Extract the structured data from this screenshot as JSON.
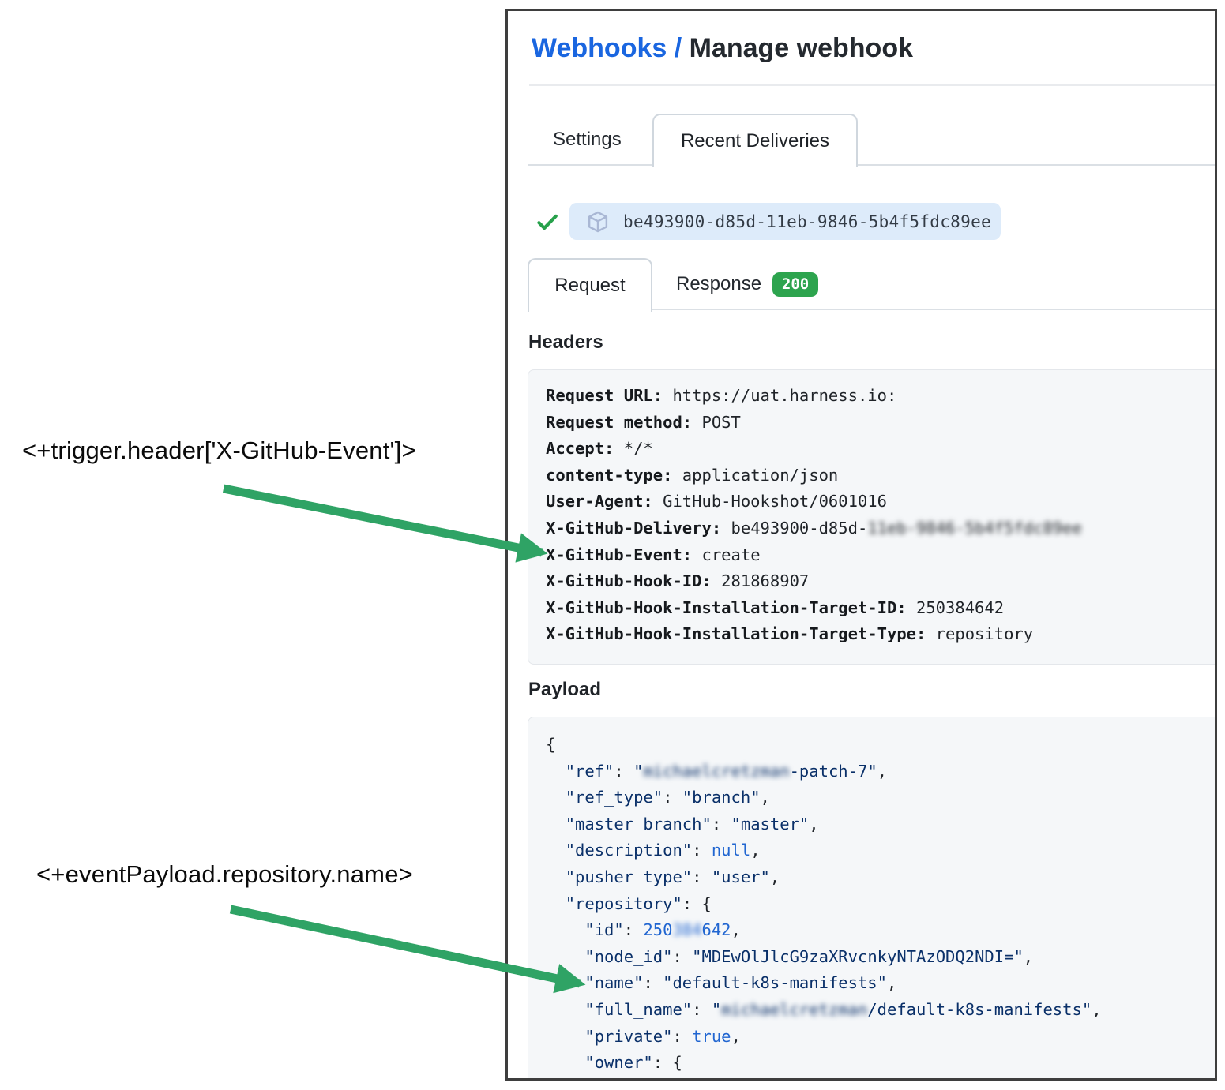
{
  "header": {
    "breadcrumb": "Webhooks",
    "separator": " / ",
    "title": "Manage webhook"
  },
  "tabs": {
    "settings": "Settings",
    "recent_deliveries": "Recent Deliveries"
  },
  "delivery": {
    "guid": "be493900-d85d-11eb-9846-5b4f5fdc89ee",
    "status": "success"
  },
  "subtabs": {
    "request": "Request",
    "response": "Response",
    "response_code": "200"
  },
  "headers": {
    "heading": "Headers",
    "rows": [
      [
        {
          "t": "Request URL:",
          "c": "bold"
        },
        {
          "t": " https://uat.harness.io:",
          "c": "plain"
        }
      ],
      [
        {
          "t": "Request method:",
          "c": "bold"
        },
        {
          "t": " POST",
          "c": "plain"
        }
      ],
      [
        {
          "t": "Accept:",
          "c": "bold"
        },
        {
          "t": " */*",
          "c": "plain"
        }
      ],
      [
        {
          "t": "content-type:",
          "c": "bold"
        },
        {
          "t": " application/json",
          "c": "plain"
        }
      ],
      [
        {
          "t": "User-Agent:",
          "c": "bold"
        },
        {
          "t": " GitHub-Hookshot/0601016",
          "c": "plain"
        }
      ],
      [
        {
          "t": "X-GitHub-Delivery:",
          "c": "bold"
        },
        {
          "t": " be493900-d85d-",
          "c": "plain"
        },
        {
          "t": "11eb-9846-5b4f5fdc89ee",
          "c": "plain",
          "blur": true
        }
      ],
      [
        {
          "t": "X-GitHub-Event:",
          "c": "bold"
        },
        {
          "t": " create",
          "c": "plain"
        }
      ],
      [
        {
          "t": "X-GitHub-Hook-ID:",
          "c": "bold"
        },
        {
          "t": " 281868907",
          "c": "plain"
        }
      ],
      [
        {
          "t": "X-GitHub-Hook-Installation-Target-ID:",
          "c": "bold"
        },
        {
          "t": " 250384642",
          "c": "plain"
        }
      ],
      [
        {
          "t": "X-GitHub-Hook-Installation-Target-Type:",
          "c": "bold"
        },
        {
          "t": " repository",
          "c": "plain"
        }
      ]
    ]
  },
  "payload": {
    "heading": "Payload",
    "lines": [
      [
        {
          "t": "{",
          "c": "pun"
        }
      ],
      [
        {
          "t": "  ",
          "c": "pun"
        },
        {
          "t": "\"ref\"",
          "c": "key"
        },
        {
          "t": ": ",
          "c": "pun"
        },
        {
          "t": "\"",
          "c": "str"
        },
        {
          "t": "michaelcretzman",
          "c": "str",
          "blur": true
        },
        {
          "t": "-patch-7\"",
          "c": "str"
        },
        {
          "t": ",",
          "c": "pun"
        }
      ],
      [
        {
          "t": "  ",
          "c": "pun"
        },
        {
          "t": "\"ref_type\"",
          "c": "key"
        },
        {
          "t": ": ",
          "c": "pun"
        },
        {
          "t": "\"branch\"",
          "c": "str"
        },
        {
          "t": ",",
          "c": "pun"
        }
      ],
      [
        {
          "t": "  ",
          "c": "pun"
        },
        {
          "t": "\"master_branch\"",
          "c": "key"
        },
        {
          "t": ": ",
          "c": "pun"
        },
        {
          "t": "\"master\"",
          "c": "str"
        },
        {
          "t": ",",
          "c": "pun"
        }
      ],
      [
        {
          "t": "  ",
          "c": "pun"
        },
        {
          "t": "\"description\"",
          "c": "key"
        },
        {
          "t": ": ",
          "c": "pun"
        },
        {
          "t": "null",
          "c": "lit"
        },
        {
          "t": ",",
          "c": "pun"
        }
      ],
      [
        {
          "t": "  ",
          "c": "pun"
        },
        {
          "t": "\"pusher_type\"",
          "c": "key"
        },
        {
          "t": ": ",
          "c": "pun"
        },
        {
          "t": "\"user\"",
          "c": "str"
        },
        {
          "t": ",",
          "c": "pun"
        }
      ],
      [
        {
          "t": "  ",
          "c": "pun"
        },
        {
          "t": "\"repository\"",
          "c": "key"
        },
        {
          "t": ": {",
          "c": "pun"
        }
      ],
      [
        {
          "t": "    ",
          "c": "pun"
        },
        {
          "t": "\"id\"",
          "c": "key"
        },
        {
          "t": ": ",
          "c": "pun"
        },
        {
          "t": "250",
          "c": "lit"
        },
        {
          "t": "384",
          "c": "lit",
          "blur": true
        },
        {
          "t": "642",
          "c": "lit"
        },
        {
          "t": ",",
          "c": "pun"
        }
      ],
      [
        {
          "t": "    ",
          "c": "pun"
        },
        {
          "t": "\"node_id\"",
          "c": "key"
        },
        {
          "t": ": ",
          "c": "pun"
        },
        {
          "t": "\"MDEwOlJlcG9zaXRvcnkyNTAzODQ2NDI=\"",
          "c": "str"
        },
        {
          "t": ",",
          "c": "pun"
        }
      ],
      [
        {
          "t": "    ",
          "c": "pun"
        },
        {
          "t": "\"name\"",
          "c": "key"
        },
        {
          "t": ": ",
          "c": "pun"
        },
        {
          "t": "\"default-k8s-manifests\"",
          "c": "str"
        },
        {
          "t": ",",
          "c": "pun"
        }
      ],
      [
        {
          "t": "    ",
          "c": "pun"
        },
        {
          "t": "\"full_name\"",
          "c": "key"
        },
        {
          "t": ": ",
          "c": "pun"
        },
        {
          "t": "\"",
          "c": "str"
        },
        {
          "t": "michaelcretzman",
          "c": "str",
          "blur": true
        },
        {
          "t": "/default-k8s-manifests\"",
          "c": "str"
        },
        {
          "t": ",",
          "c": "pun"
        }
      ],
      [
        {
          "t": "    ",
          "c": "pun"
        },
        {
          "t": "\"private\"",
          "c": "key"
        },
        {
          "t": ": ",
          "c": "pun"
        },
        {
          "t": "true",
          "c": "lit"
        },
        {
          "t": ",",
          "c": "pun"
        }
      ],
      [
        {
          "t": "    ",
          "c": "pun"
        },
        {
          "t": "\"owner\"",
          "c": "key"
        },
        {
          "t": ": {",
          "c": "pun"
        }
      ]
    ]
  },
  "annotations": {
    "trigger_expression": "<+trigger.header['X-GitHub-Event']>",
    "payload_expression": "<+eventPayload.repository.name>"
  },
  "colors": {
    "link_blue": "#1a66e0",
    "arrow_green": "#2fa365",
    "check_green": "#27a14b",
    "badge_green": "#2da44e",
    "pill_blue": "#ddebfa",
    "code_key_navy": "#0a3069",
    "code_literal_blue": "#2166d1",
    "box_gray": "#f5f7f9"
  }
}
